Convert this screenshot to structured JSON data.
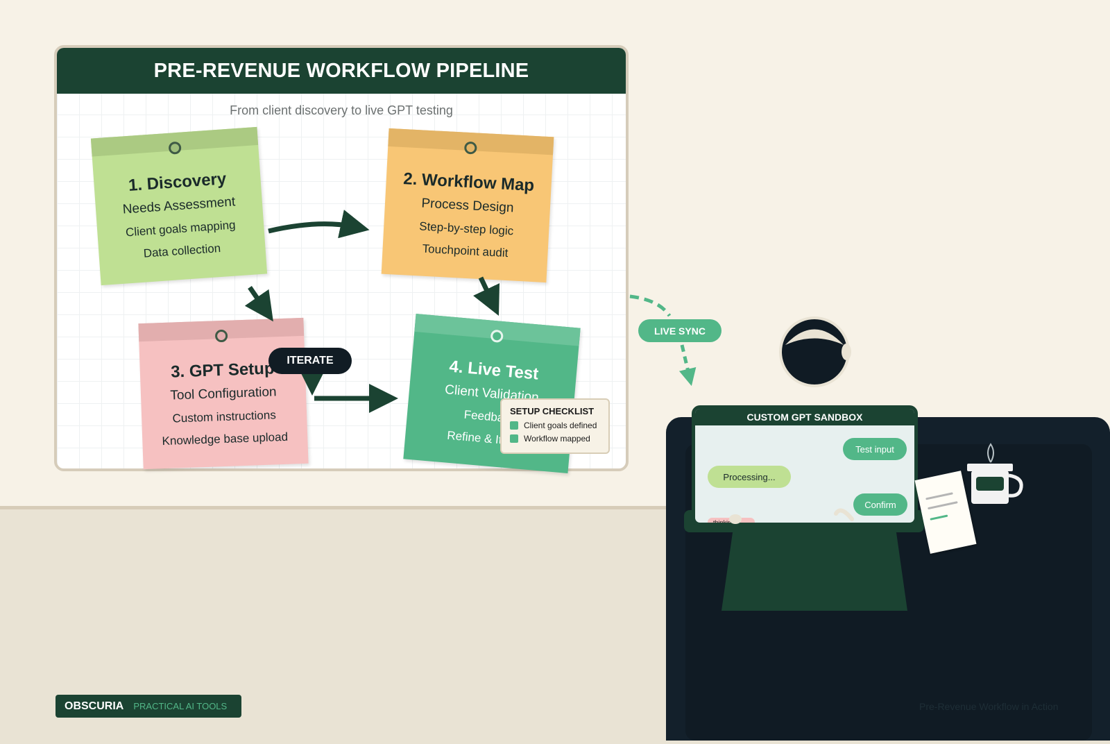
{
  "board": {
    "title": "PRE-REVENUE WORKFLOW PIPELINE",
    "subtitle": "From client discovery to live GPT testing"
  },
  "steps": [
    {
      "title": "1. Discovery",
      "subtitle": "Needs Assessment",
      "items": [
        "Client goals mapping",
        "Data collection"
      ],
      "color": "#bfe093"
    },
    {
      "title": "2. Workflow Map",
      "subtitle": "Process Design",
      "items": [
        "Step-by-step logic",
        "Touchpoint audit"
      ],
      "color": "#f8c675"
    },
    {
      "title": "3. GPT Setup",
      "subtitle": "Tool Configuration",
      "items": [
        "Custom instructions",
        "Knowledge base upload"
      ],
      "color": "#f6c1c1"
    },
    {
      "title": "4. Live Test",
      "subtitle": "Client Validation",
      "items": [
        "Feedback",
        "Refine & Iterate"
      ],
      "color": "#52b788"
    }
  ],
  "iterate_label": "ITERATE",
  "checklist": {
    "title": "SETUP CHECKLIST",
    "items": [
      "Client goals defined",
      "Workflow mapped"
    ]
  },
  "live_sync_label": "LIVE SYNC",
  "sandbox": {
    "title": "CUSTOM GPT SANDBOX",
    "messages": [
      "Test input",
      "Processing...",
      "Confirm",
      "thinking..."
    ]
  },
  "brand": {
    "name": "OBSCURIA",
    "tagline": "PRACTICAL AI TOOLS"
  },
  "caption": "Pre-Revenue Workflow in Action",
  "colors": {
    "dark_green": "#1b4332",
    "accent_green": "#52b788",
    "background": "#f7f2e7",
    "desk": "#13202b"
  }
}
